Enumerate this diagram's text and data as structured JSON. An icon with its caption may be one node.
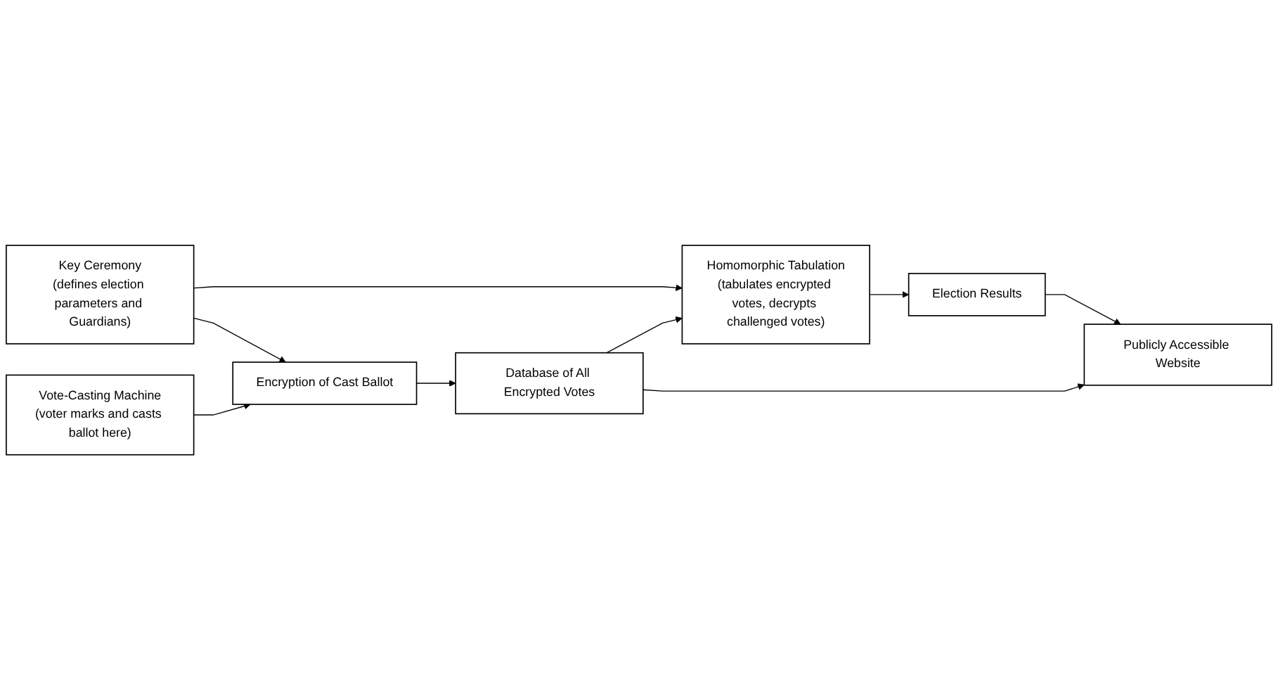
{
  "diagram": {
    "nodes": [
      {
        "text": [
          "Key Ceremony",
          "(defines election parameters and Guardians)"
        ]
      },
      {
        "text": [
          "Encryption of Cast Ballot"
        ]
      },
      {
        "text": [
          "Homomorphic Tabulation",
          "(tabulates encrypted votes, decrypts challenged votes)"
        ]
      },
      {
        "text": [
          "Election Results"
        ]
      },
      {
        "text": [
          "Vote-Casting Machine",
          "(voter marks and casts ballot here)"
        ]
      },
      {
        "text": [
          "Database of All Encrypted Votes"
        ]
      },
      {
        "text": [
          "Publicly Accessible Website"
        ]
      }
    ],
    "edges": [
      {
        "from": 0,
        "to": 1,
        "arrow": "to"
      },
      {
        "from": 0,
        "to": 2,
        "arrow": "to"
      },
      {
        "from": 4,
        "to": 1,
        "arrow": "to"
      },
      {
        "from": 1,
        "to": 5,
        "arrow": "to"
      },
      {
        "from": 5,
        "to": 2,
        "arrow": "to"
      },
      {
        "from": 2,
        "to": 3,
        "arrow": "to"
      },
      {
        "from": 3,
        "to": 6,
        "arrow": "to"
      },
      {
        "from": 5,
        "to": 6,
        "arrow": "to"
      }
    ]
  }
}
